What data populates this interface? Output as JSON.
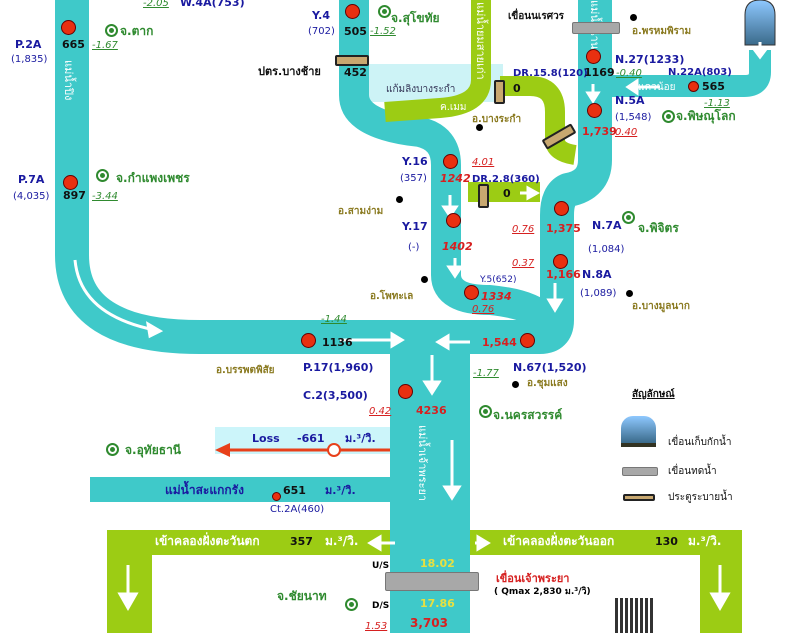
{
  "colors": {
    "river": "#3fc9c9",
    "canal": "#9ccc14",
    "lake": "#cdf3f6",
    "station": "#e83010",
    "loss": "#e8401a"
  },
  "rivers": {
    "ping": "แม่น้ำปิง",
    "yom_old": "แม่น้ำยมสายเก่า",
    "nan": "แม่น้ำน่าน",
    "chao_phraya": "แม่น้ำเจ้าพระยา",
    "sakae_krang": "แม่น้ำสะแกกรัง",
    "khwae_noi": "แควน้อย",
    "bang_rakam": "แก้มลิงบางระกำ",
    "khlong": "ค.เมม"
  },
  "stations": {
    "w4a": {
      "code": "W.4A(753)",
      "change": "-2.05"
    },
    "p2a": {
      "code": "P.2A",
      "cap": "(1,835)",
      "flow": "665",
      "change": "-1.67"
    },
    "p7a": {
      "code": "P.7A",
      "cap": "(4,035)",
      "flow": "897",
      "change": "-3.44"
    },
    "y4": {
      "code": "Y.4",
      "cap": "(702)",
      "flow": "505",
      "change": "-1.52"
    },
    "bang_chai": {
      "name": "ปตร.บางช้าย",
      "flow": "452"
    },
    "dr158": {
      "code": "DR.15.8(120)",
      "flow": "0"
    },
    "n27": {
      "code": "N.27(1233)",
      "flow": "1169",
      "change": "-0.40"
    },
    "n22a": {
      "code": "N.22A(803)",
      "flow": "565",
      "change": "-1.13"
    },
    "n5a": {
      "code": "N.5A",
      "cap": "(1,548)",
      "flow": "1,739",
      "change": "0.40"
    },
    "y16": {
      "code": "Y.16",
      "cap": "(357)",
      "flow": "1242",
      "change": "4.01"
    },
    "dr28": {
      "code": "DR.2.8(360)",
      "flow": "0"
    },
    "y17": {
      "code": "Y.17",
      "cap": "(-)",
      "flow": "1402"
    },
    "n7a": {
      "code": "N.7A",
      "cap": "(1,084)",
      "flow": "1,375",
      "change": "0.76"
    },
    "n8a": {
      "code": "N.8A",
      "cap": "(1,089)",
      "flow": "1,166",
      "change": "0.37"
    },
    "y5": {
      "code": "Y.5(652)",
      "flow": "1334",
      "change": "0.76"
    },
    "p17": {
      "code": "P.17(1,960)",
      "flow": "1136",
      "change": "-1.44"
    },
    "n67": {
      "code": "N.67(1,520)",
      "flow": "1,544",
      "change": "-1.77"
    },
    "c2": {
      "code": "C.2(3,500)",
      "flow": "4236",
      "change": "0.42"
    },
    "ct2a": {
      "code": "Ct.2A(460)",
      "flow": "651"
    },
    "chao_phraya_dam": {
      "name": "เขื่อนเจ้าพระยา",
      "qmax": "( Qmax 2,830 ม.³/วิ)",
      "us_label": "U/S",
      "us": "18.02",
      "ds_label": "D/S",
      "ds": "17.86",
      "flow": "3,703",
      "change": "1.53"
    }
  },
  "places": {
    "tak": "จ.ตาก",
    "kamphaeng": "จ.กำแพงเพชร",
    "sukhothai": "จ.สุโขทัย",
    "naresuan": "เขื่อนนเรศวร",
    "phrom": "อ.พรหมพิราม",
    "bang_rakam": "อ.บางระกำ",
    "phitsanulok": "จ.พิษณุโลก",
    "sam_ngam": "อ.สามง่าม",
    "phichit": "จ.พิจิตร",
    "pho_thale": "อ.โพทะเล",
    "bang_mun": "อ.บางมูลนาก",
    "banphot": "อ.บรรพตพิสัย",
    "chum_saeng": "อ.ชุมแสง",
    "nakhon_sawan": "จ.นครสวรรค์",
    "uthai": "จ.อุทัยธานี",
    "chainat": "จ.ชัยนาท"
  },
  "loss": {
    "label": "Loss",
    "value": "-661",
    "unit": "ม.³/วิ."
  },
  "sakae": {
    "unit": "ม.³/วิ."
  },
  "west_canal": {
    "label": "เข้าคลองฝั่งตะวันตก",
    "value": "357",
    "unit": "ม.³/วิ."
  },
  "east_canal": {
    "label": "เข้าคลองฝั่งตะวันออก",
    "value": "130",
    "unit": "ม.³/วิ."
  },
  "legend": {
    "title": "สัญลักษณ์",
    "storage_dam": "เขื่อนเก็บกักน้ำ",
    "diversion_dam": "เขื่อนทดน้ำ",
    "gate": "ประตูระบายน้ำ"
  }
}
